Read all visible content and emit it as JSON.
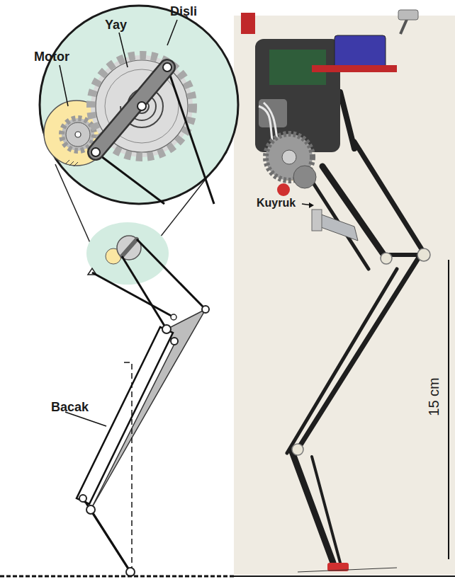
{
  "diagram": {
    "labels": [
      "Dişli",
      "Yay",
      "Motor",
      "Bacak",
      "Kuyruk",
      "15 cm"
    ]
  }
}
